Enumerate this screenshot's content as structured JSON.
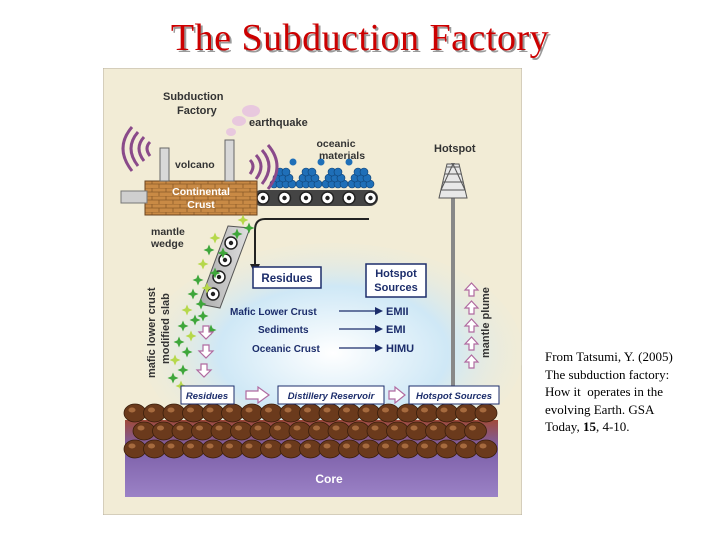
{
  "slide": {
    "title": "The Subduction Factory"
  },
  "diagram": {
    "labels": {
      "subduction_factory_1": "Subduction",
      "subduction_factory_2": "Factory",
      "earthquake": "earthquake",
      "oceanic_1": "oceanic",
      "oceanic_2": "materials",
      "hotspot": "Hotspot",
      "volcano": "volcano",
      "continental_1": "Continental",
      "continental_2": "Crust",
      "mantle_wedge_1": "mantle",
      "mantle_wedge_2": "wedge",
      "residues_box": "Residues",
      "hotspot_sources_1": "Hotspot",
      "hotspot_sources_2": "Sources",
      "mafic_lower_crust": "Mafic Lower Crust",
      "sediments": "Sediments",
      "oceanic_crust": "Oceanic Crust",
      "emii": "EMII",
      "emi": "EMI",
      "himu": "HIMU",
      "mantle_plume": "mantle plume",
      "slab_1": "mafic lower crust",
      "slab_2": "modified slab",
      "bottom_residues": "Residues",
      "distillery": "Distillery Reservoir",
      "bottom_hotspot": "Hotspot Sources",
      "core": "Core"
    },
    "colors": {
      "panel_bg": "#f2ecd6",
      "mantle_glow": "#bfe1f3",
      "brick": "#c98a45",
      "oceanic_blue": "#1f6fb8",
      "navy_text": "#1c2d6b",
      "arrow_pink": "#d9a0c8",
      "core_purple": "#8a6bb3",
      "blob_brown": "#6b3a1c"
    }
  },
  "caption": {
    "line1": "From Tatsumi, Y. (2005)",
    "line2": "The subduction factory:",
    "line3": "How it  operates in the",
    "line4": "evolving Earth. GSA",
    "line5_pre": "Today, ",
    "volume": "15",
    "line5_post": ", 4-10."
  }
}
